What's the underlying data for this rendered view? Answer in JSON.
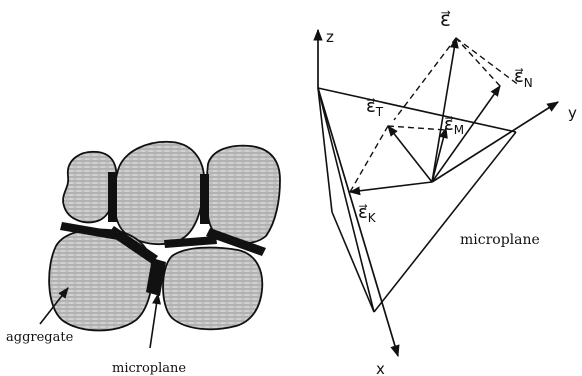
{
  "left_figure": {
    "label_aggregate": "aggregate",
    "label_microplane": "microplane"
  },
  "right_figure": {
    "axis_z": "z",
    "axis_y": "y",
    "axis_x": "x",
    "label_microplane": "microplane",
    "vec_total": "ε⃗",
    "vec_N": "ε⃗",
    "vec_N_sub": "N",
    "vec_T": "ε⃗",
    "vec_T_sub": "T",
    "vec_M": "ε⃗",
    "vec_M_sub": "M",
    "vec_K": "ε⃗",
    "vec_K_sub": "K"
  },
  "colors": {
    "ink": "#111111",
    "aggregate_fill": "#d2d2d2",
    "aggregate_hatch": "#8a8a8a",
    "microplane_bar": "#111111"
  }
}
